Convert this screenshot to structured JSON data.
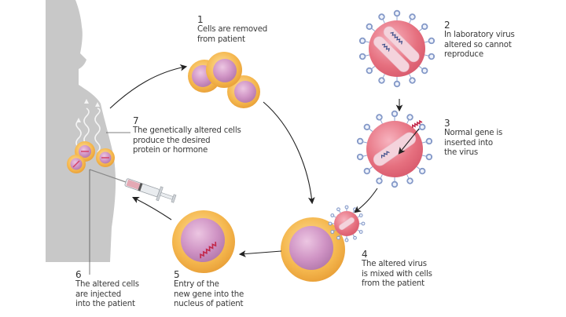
{
  "steps": [
    {
      "number": "1",
      "lines": [
        "Cells are removed",
        "from patient"
      ]
    },
    {
      "number": "2",
      "lines": [
        "In laboratory virus",
        "altered so cannot",
        "reproduce"
      ]
    },
    {
      "number": "3",
      "lines": [
        "Normal gene is",
        "inserted into",
        "the virus"
      ]
    },
    {
      "number": "4",
      "lines": [
        "The altered virus",
        "is mixed with cells",
        "from the patient"
      ]
    },
    {
      "number": "5",
      "lines": [
        "Entry of the",
        "new gene into the",
        "nucleus of patient"
      ]
    },
    {
      "number": "6",
      "lines": [
        "The altered cells",
        "are injected",
        "into the patient"
      ]
    },
    {
      "number": "7",
      "lines": [
        "The genetically altered cells",
        "produce the desired",
        "protein or hormone"
      ]
    }
  ],
  "colors": {
    "body": "#c8c8c8",
    "cell_outer": "#f3b44a",
    "cell_nucleus": "#c98bbf",
    "virus": "#e0647a",
    "spike": "#8fa3cf",
    "gene": "#c2284a",
    "arrow": "#222222",
    "text": "#3a3a3a"
  }
}
